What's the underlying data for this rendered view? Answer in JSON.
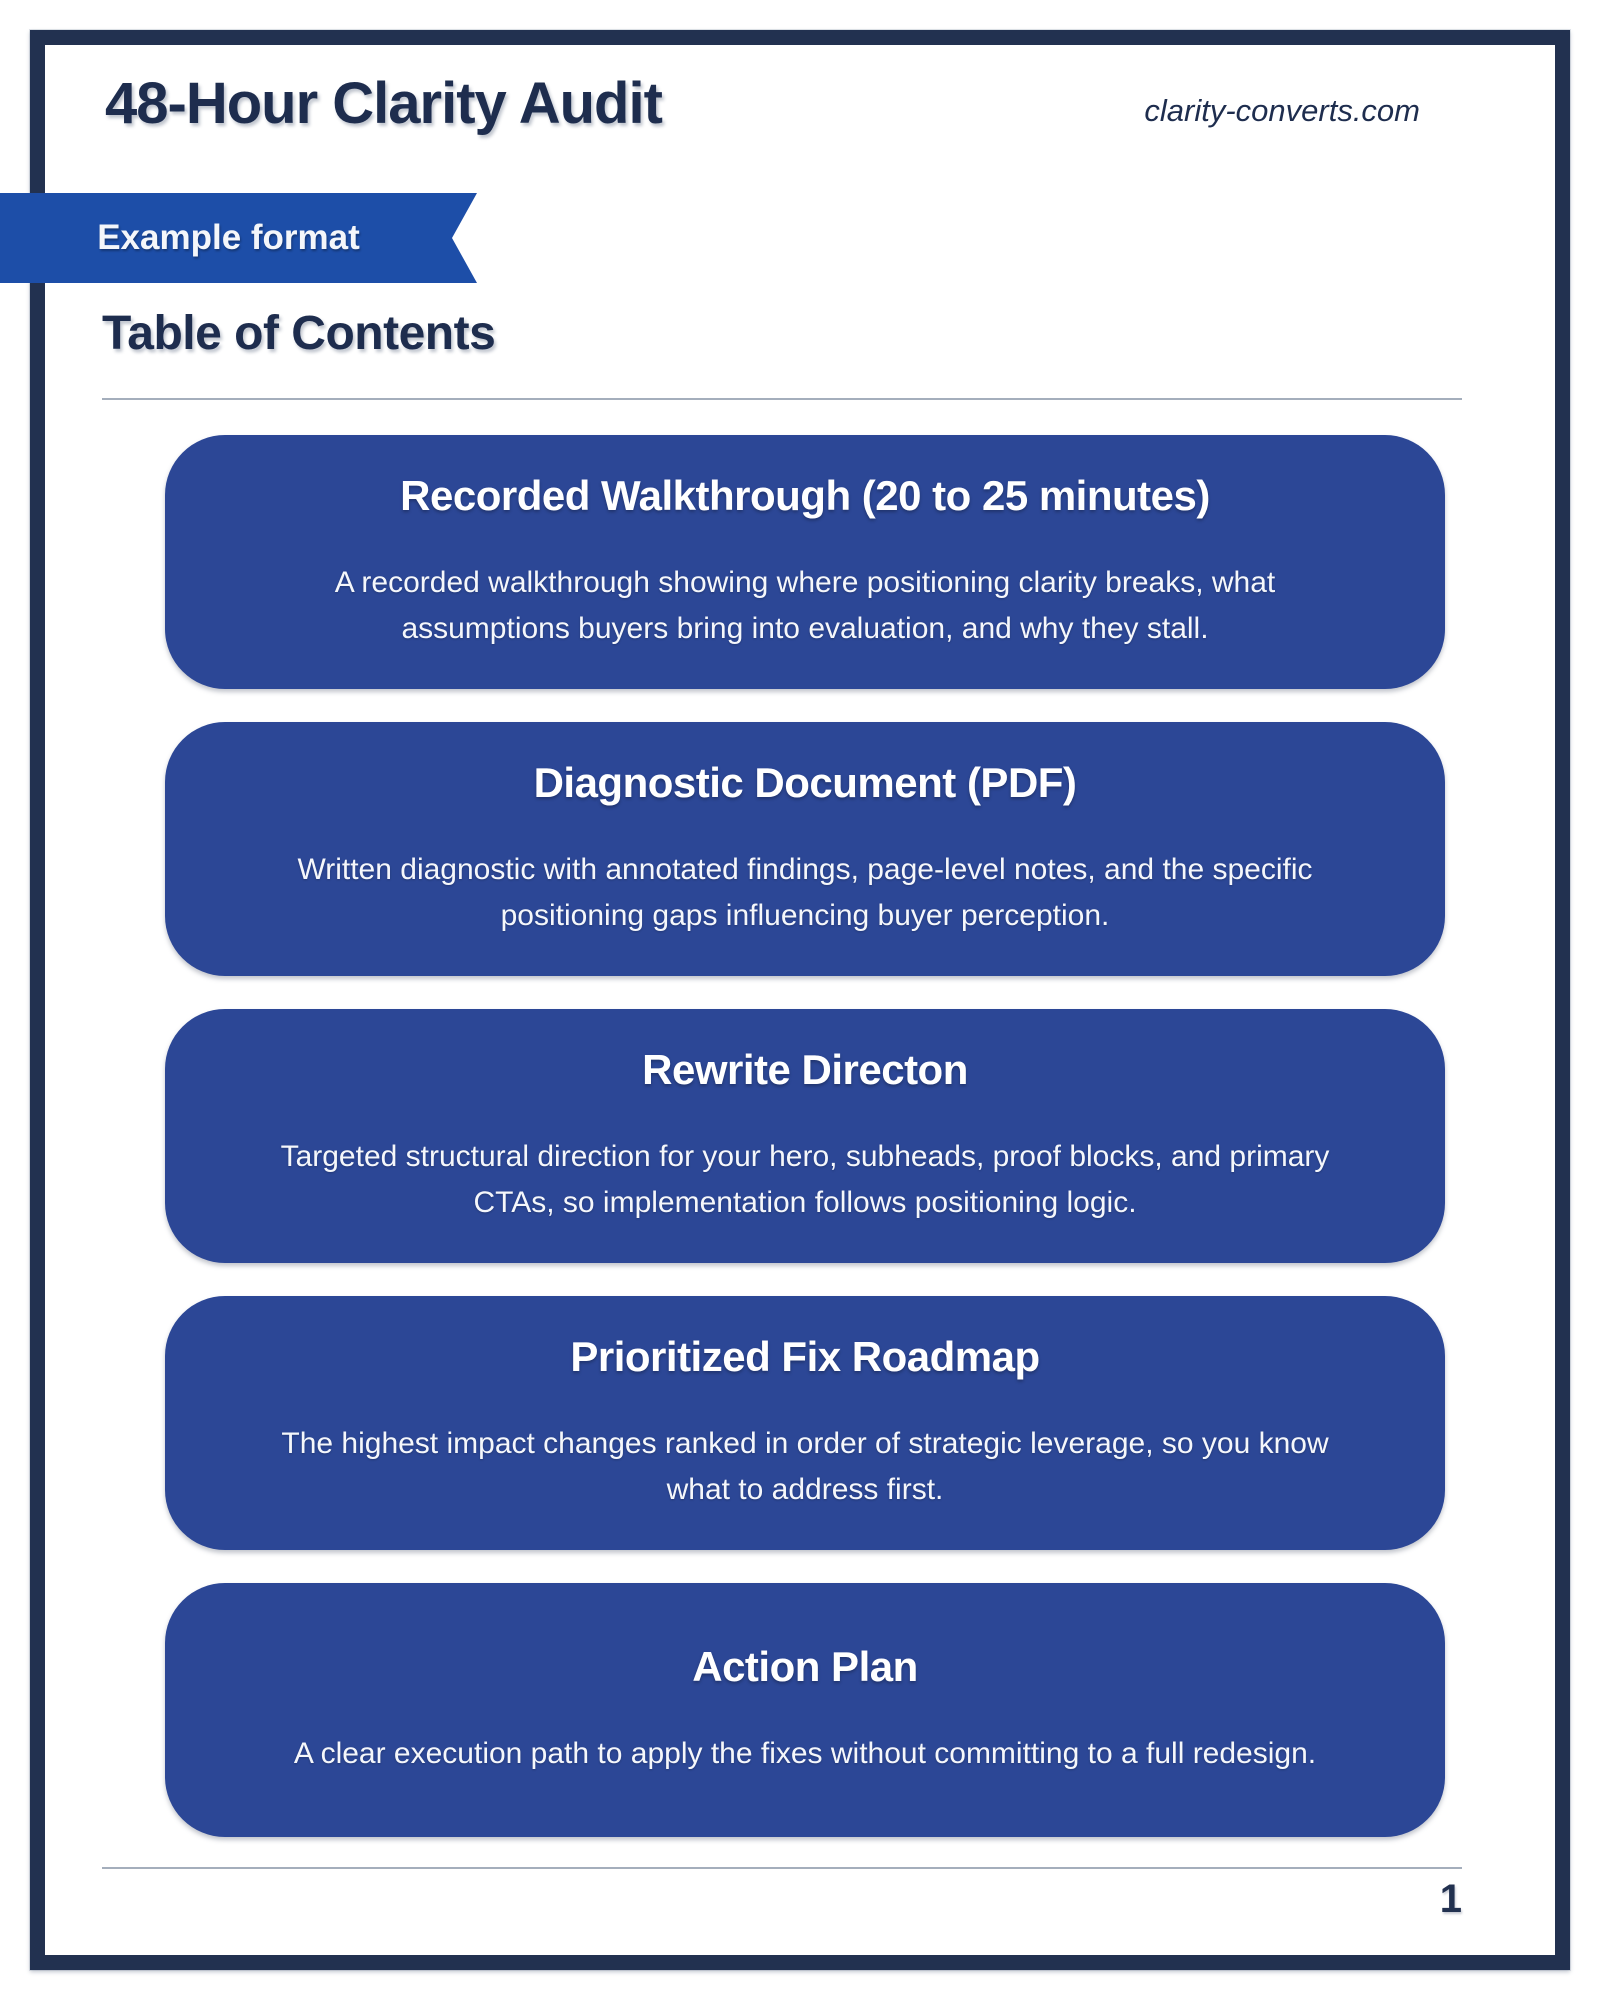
{
  "header": {
    "title": "48-Hour Clarity Audit",
    "site_url": "clarity-converts.com"
  },
  "ribbon": {
    "label": "Example format"
  },
  "toc": {
    "heading": "Table of Contents"
  },
  "toc_cards": [
    {
      "title": "Recorded Walkthrough (20 to 25 minutes)",
      "description": "A recorded walkthrough showing where positioning clarity breaks, what assumptions buyers bring into evaluation, and why they stall."
    },
    {
      "title": "Diagnostic Document (PDF)",
      "description": "Written diagnostic with annotated findings, page-level notes, and the specific positioning gaps influencing buyer perception."
    },
    {
      "title": "Rewrite Directon",
      "description": "Targeted structural direction for your hero, subheads, proof blocks, and primary CTAs, so implementation follows positioning logic."
    },
    {
      "title": "Prioritized Fix Roadmap",
      "description": "The highest impact changes ranked in order of strategic leverage, so you know what to address first."
    },
    {
      "title": "Action Plan",
      "description": "A clear execution path to apply the fixes without committing to a full redesign."
    }
  ],
  "footer": {
    "page_number": "1"
  },
  "colors": {
    "frame_navy": "#223150",
    "heading_navy": "#1e2d4e",
    "card_blue": "#2c4796",
    "ribbon_blue": "#1d4ea8",
    "divider_gray": "#a4aebc"
  }
}
